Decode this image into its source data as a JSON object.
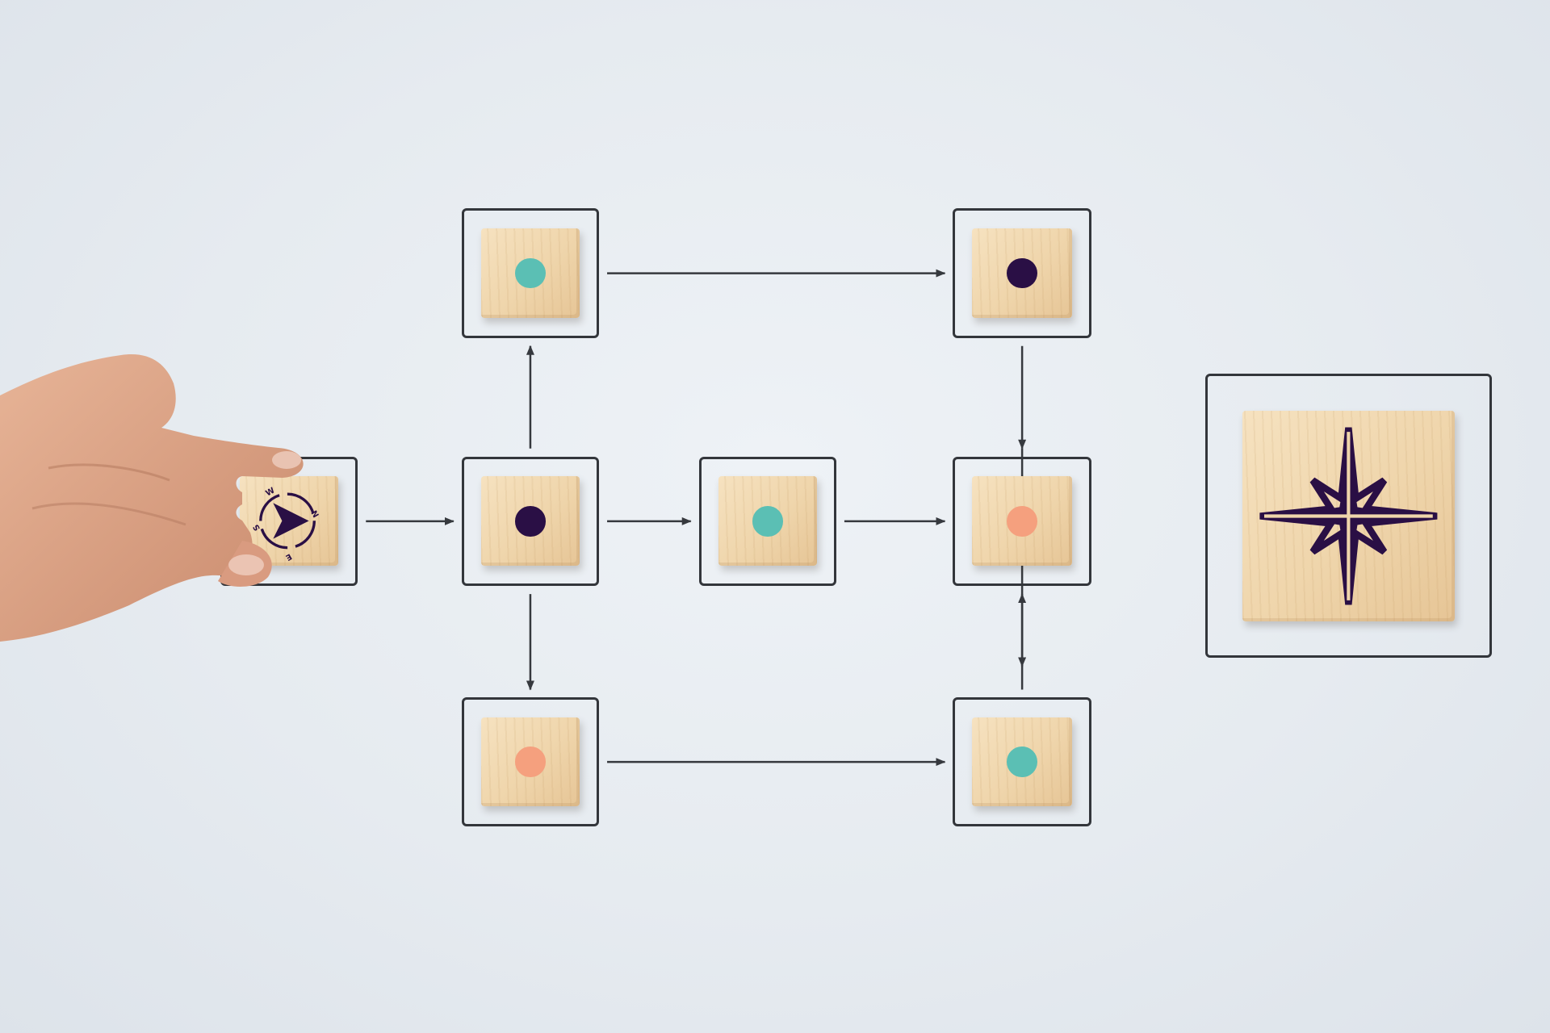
{
  "scene": {
    "background_color": "#e6ebf0",
    "frame_color": "#33363b",
    "arrow_color": "#36393e",
    "wood_color": "#efd5ab"
  },
  "blocks": [
    {
      "id": "start",
      "marker": "compass-arrow",
      "compass_letters": [
        "N",
        "E",
        "S",
        "W"
      ]
    },
    {
      "id": "branch",
      "marker": "dot",
      "color": "#2a0f45"
    },
    {
      "id": "top-left",
      "marker": "dot",
      "color": "#5bbfb4"
    },
    {
      "id": "top-right",
      "marker": "dot",
      "color": "#2a0f45"
    },
    {
      "id": "middle",
      "marker": "dot",
      "color": "#5bbfb4"
    },
    {
      "id": "merge",
      "marker": "dot",
      "color": "#f5a07e"
    },
    {
      "id": "bottom-left",
      "marker": "dot",
      "color": "#f5a07e"
    },
    {
      "id": "bottom-right",
      "marker": "dot",
      "color": "#5bbfb4"
    },
    {
      "id": "goal",
      "marker": "compass-rose-star",
      "color": "#2a0f45"
    }
  ],
  "connections": [
    [
      "start",
      "branch"
    ],
    [
      "branch",
      "top-left"
    ],
    [
      "branch",
      "middle"
    ],
    [
      "branch",
      "bottom-left"
    ],
    [
      "top-left",
      "top-right"
    ],
    [
      "top-right",
      "merge"
    ],
    [
      "middle",
      "merge"
    ],
    [
      "bottom-left",
      "bottom-right"
    ],
    [
      "bottom-right",
      "merge"
    ],
    [
      "merge",
      "goal"
    ]
  ]
}
